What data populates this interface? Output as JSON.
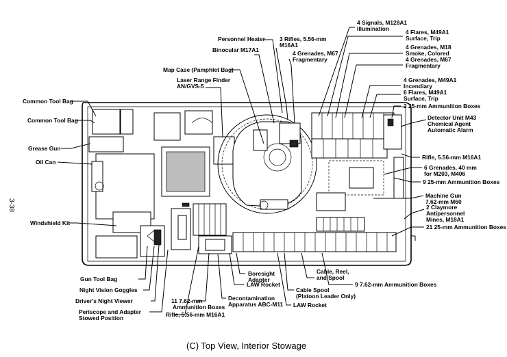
{
  "page_number": "3-38",
  "caption": "(C)   Top View, Interior Stowage",
  "labels": {
    "personnel_heater": "Personnel Heater",
    "rifles_3_l1": "3 Rifles, 5.56-mm",
    "rifles_3_l2": "M16A1",
    "binocular": "Binocular M17A1",
    "grenades_m67_top_l1": "4 Grenades, M67",
    "grenades_m67_top_l2": "Fragmentary",
    "map_case": "Map Case (Pamphlet Bag)",
    "laser_l1": "Laser Range Finder",
    "laser_l2": "AN/GVS-5",
    "common_tool_bag_1": "Common Tool Bag",
    "common_tool_bag_2": "Common Tool Bag",
    "grease_gun": "Grease Gun",
    "oil_can": "Oil Can",
    "windshield_kit": "Windshield Kit",
    "signals_l1": "4 Signals, M128A1",
    "signals_l2": "Illumination",
    "flares_trip_1_l1": "4 Flares, M49A1",
    "flares_trip_1_l2": "Surface, Trip",
    "grenades_m18_l1": "4 Grenades, M18",
    "grenades_m18_l2": "Smoke, Colored",
    "grenades_m67_r_l1": "4 Grenades, M67",
    "grenades_m67_r_l2": "Fragmentary",
    "grenades_m49_l1": "4 Grenades, M49A1",
    "grenades_m49_l2": "Incendiary",
    "flares_trip_6_l1": "6 Flares, M49A1",
    "flares_trip_6_l2": "Surface, Trip",
    "ammo_25mm_2": "2 25-mm Ammunition Boxes",
    "detector_l1": "Detector Unit M43",
    "detector_l2": "Chemical Agent",
    "detector_l3": "Automatic Alarm",
    "rifle_right": "Rifle, 5.56-mm M16A1",
    "grenades_40mm_l1": "6 Grenades, 40 mm",
    "grenades_40mm_l2": "for M203, M406",
    "ammo_25mm_9": "9 25-mm Ammunition Boxes",
    "machine_gun_l1": "Machine Gun",
    "machine_gun_l2": "7.62-mm M60",
    "claymore_l1": "2   Claymore",
    "claymore_l2": "Antipersonnel",
    "claymore_l3": "Mines, M18A1",
    "ammo_25mm_21": "21 25-mm Ammunition Boxes",
    "gun_tool_bag": "Gun Tool Bag",
    "night_vision": "Night Vision Goggles",
    "drivers_viewer": "Driver's Night Viewer",
    "periscope_l1": "Periscope and Adapter",
    "periscope_l2": "Stowed Position",
    "ammo_762_11_l1": "11 7.62-mm",
    "ammo_762_11_l2": "Ammunition Boxes",
    "rifle_bottom": "Rifle, 5.56-mm M16A1",
    "boresight_l1": "Boresight",
    "boresight_l2": "Adapter",
    "law_rocket_1": "LAW Rocket",
    "decon_l1": "Decontamination",
    "decon_l2": "Apparatus ABC-M11",
    "cable_reel_l1": "Cable, Reel,",
    "cable_reel_l2": "and Spool",
    "cable_spool_l1": "Cable Spool",
    "cable_spool_l2": "(Platoon Leader Only)",
    "law_rocket_2": "LAW Rocket",
    "ammo_762_9": "9 7.62-mm Ammunition Boxes"
  }
}
